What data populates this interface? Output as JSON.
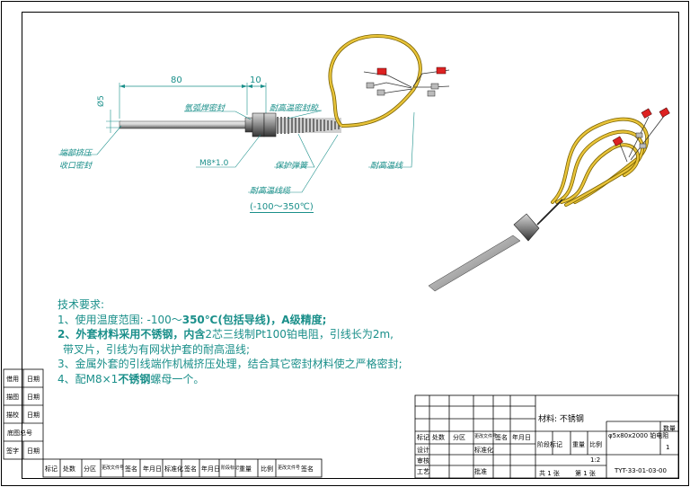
{
  "drawing": {
    "dimensions": {
      "length_80": "80",
      "length_10": "10",
      "diameter": "Ø5"
    },
    "labels": {
      "crimp_left": "端部挤压",
      "crimp_left2": "收口密封",
      "hex_fitting": "氩弧焊密封",
      "sealant": "耐高温密封胶",
      "thread": "M8*1.0",
      "spring": "保护弹簧",
      "cable_right": "耐高温线",
      "cable_jacket": "耐高温线缆",
      "temp_range": "(-100～350℃)"
    }
  },
  "notes": {
    "title": "技术要求:",
    "line1_a": "1、使用温度范围: -100～",
    "line1_b": "350℃(包括导线)，A级精度;",
    "line2_a": "2、外套材料采用不锈钢，内含",
    "line2_b": "2芯三线制Pt100铂电阻，引线长为2m,",
    "line3": "带叉片，引线为有网状护套的耐高温线;",
    "line4": "3、金属外套的引线端作机械挤压处理，结合其它密封材料使之严格密封;",
    "line5_a": "4、配M8×1",
    "line5_b": "不锈钢",
    "line5_c": "螺母一个。"
  },
  "title_block": {
    "material": "材料: 不锈钢",
    "part_name": "φ5x80x2000 铂电阻",
    "scale": "1:2",
    "qty": "1",
    "drawing_no": "TYT-33-01-03-00",
    "sheet": "共 1 张",
    "sheet_no": "第 1 张",
    "weight_label": "重量",
    "scale_label": "比例",
    "stage_label": "阶段标记",
    "marker_label": "标记",
    "count_label": "处数",
    "zone_label": "分区",
    "change_label": "更改文件号",
    "sign_label": "签名",
    "date_label": "年月日",
    "design_label": "设计",
    "check_label": "审核",
    "process_label": "工艺",
    "std_label": "标准化",
    "approve_label": "批准",
    "count_cell": "数量"
  },
  "side_table": {
    "r1a": "借用",
    "r1b": "日期",
    "r2a": "描图",
    "r2b": "日期",
    "r3a": "描校",
    "r3b": "日期",
    "r4": "底图总号",
    "r5a": "签字",
    "r5b": "日期"
  },
  "bottom_row": [
    "标记",
    "处数",
    "分区",
    "更改文件号",
    "签名",
    "年月日",
    "标准化",
    "签名",
    "年月日",
    "阶段标记",
    "重量",
    "比例",
    "更改文件号",
    "签名"
  ]
}
